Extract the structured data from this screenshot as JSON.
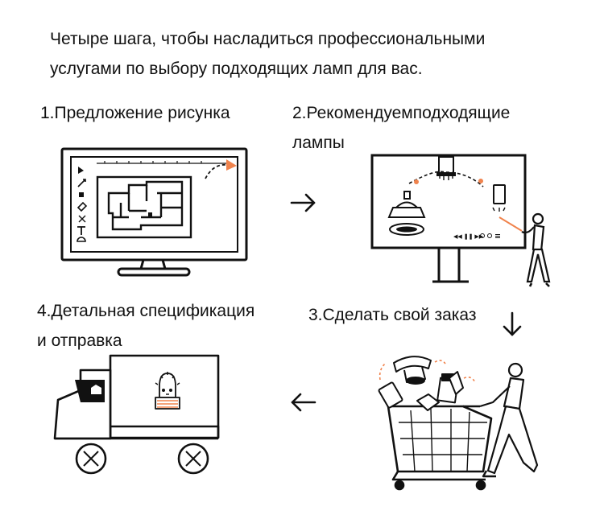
{
  "intro": {
    "line1": "Четыре шага, чтобы насладиться профессиональными",
    "line2": "услугами по выбору подходящих ламп для вас."
  },
  "steps": [
    {
      "title": "1.Предложение рисунка",
      "illustration": "monitor-floor-plan"
    },
    {
      "title_line1": "2.Рекомендуемподходящие",
      "title_line2": "лампы",
      "illustration": "presentation-board-lamps"
    },
    {
      "title": "3.Сделать свой заказ",
      "illustration": "shopping-cart"
    },
    {
      "title_line1": "4.Детальная спецификация",
      "title_line2": "и отправка",
      "illustration": "delivery-truck"
    }
  ],
  "flow_arrows": [
    "arrow-right",
    "arrow-down",
    "arrow-left"
  ],
  "colors": {
    "accent": "#F0834D",
    "ink": "#111111",
    "board_bg": "#FFFFFF"
  }
}
